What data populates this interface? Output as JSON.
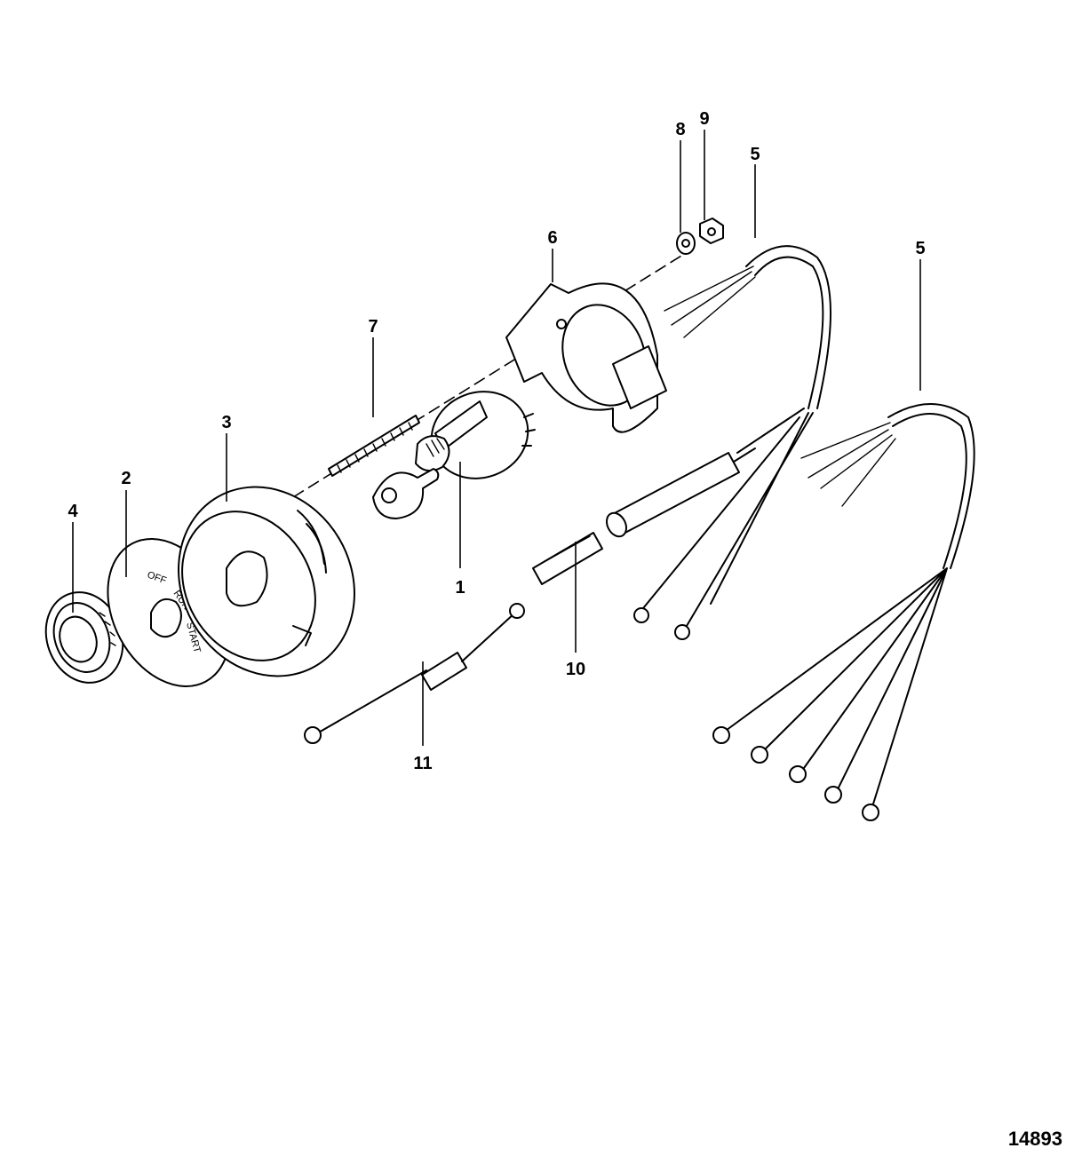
{
  "callouts": [
    {
      "id": "c1",
      "label": "1"
    },
    {
      "id": "c2",
      "label": "2"
    },
    {
      "id": "c3",
      "label": "3"
    },
    {
      "id": "c4",
      "label": "4"
    },
    {
      "id": "c5a",
      "label": "5"
    },
    {
      "id": "c5b",
      "label": "5"
    },
    {
      "id": "c6",
      "label": "6"
    },
    {
      "id": "c7",
      "label": "7"
    },
    {
      "id": "c8",
      "label": "8"
    },
    {
      "id": "c9",
      "label": "9"
    },
    {
      "id": "c10",
      "label": "10"
    },
    {
      "id": "c11",
      "label": "11"
    }
  ],
  "plate": {
    "off": "OFF",
    "run": "RUN",
    "start": "START"
  },
  "figure_number": "14893"
}
